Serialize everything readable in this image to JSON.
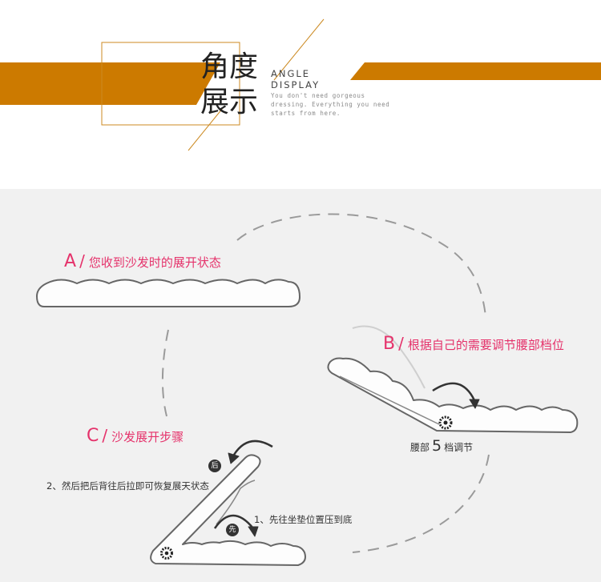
{
  "header": {
    "title_cn_line1": "角度",
    "title_cn_line2": "展示",
    "title_en_line1": "ANGLE",
    "title_en_line2": "DISPLAY",
    "subtitle_line1": "You don't need gorgeous",
    "subtitle_line2": "dressing. Everything you need",
    "subtitle_line3": "starts from here.",
    "accent_color": "#cc7a00"
  },
  "steps": {
    "a": {
      "letter": "A",
      "slash": "/",
      "text": "您收到沙发时的展开状态"
    },
    "b": {
      "letter": "B",
      "slash": "/",
      "text": "根据自己的需要调节腰部档位"
    },
    "c": {
      "letter": "C",
      "slash": "/",
      "text": "沙发展开步骤"
    }
  },
  "notes": {
    "gear_prefix": "腰部",
    "gear_count": "5",
    "gear_suffix": "档调节",
    "step1": "1、先往坐垫位置压到底",
    "step2": "2、然后把后背往后拉即可恢复展天状态",
    "badge_back": "后",
    "badge_first": "先"
  },
  "colors": {
    "step_title": "#e5326b",
    "panel_bg": "#f1f1f1",
    "outline": "#666666"
  }
}
